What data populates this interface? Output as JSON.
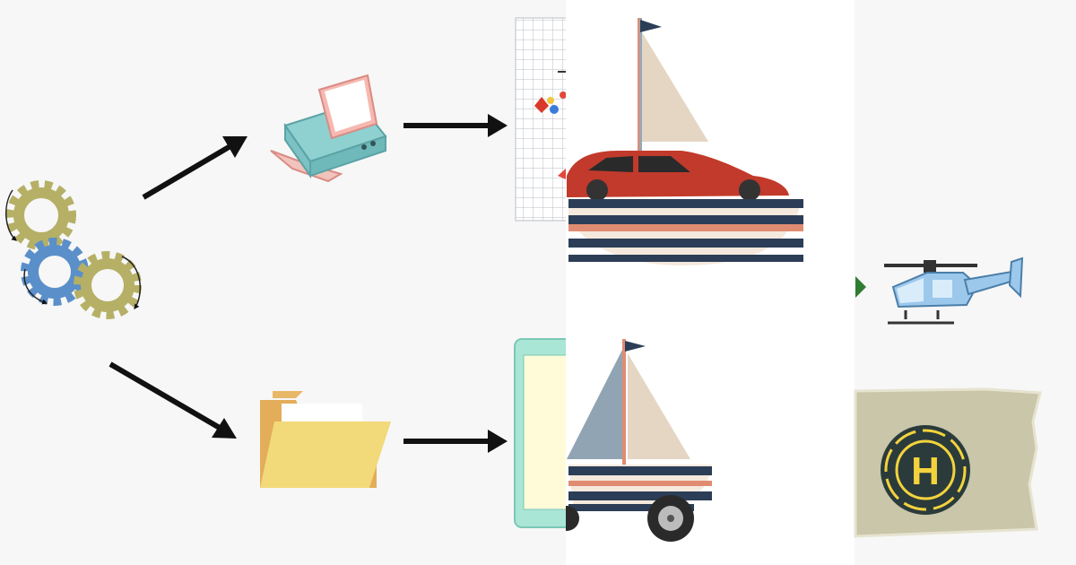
{
  "diagram": {
    "nodes": [
      {
        "id": "gears",
        "icon": "gears-icon"
      },
      {
        "id": "printer",
        "icon": "printer-icon"
      },
      {
        "id": "folder",
        "icon": "folder-icon"
      },
      {
        "id": "grid-paper",
        "icon": "grid-paper-icon"
      },
      {
        "id": "tablet",
        "icon": "tablet-icon"
      },
      {
        "id": "car-boat",
        "icon": "car-on-boat-icon"
      },
      {
        "id": "sailboat-wheels",
        "icon": "sailboat-with-wheels-icon"
      },
      {
        "id": "helicopter",
        "icon": "helicopter-icon"
      },
      {
        "id": "helipad",
        "icon": "helipad-icon"
      }
    ],
    "edges": [
      {
        "from": "gears",
        "to": "printer"
      },
      {
        "from": "gears",
        "to": "folder"
      },
      {
        "from": "printer",
        "to": "grid-paper"
      },
      {
        "from": "folder",
        "to": "tablet"
      }
    ],
    "helipad_letter": "H"
  },
  "colors": {
    "background": "#f7f7f7",
    "panel": "#ffffff",
    "arrow": "#111111",
    "gear_olive": "#b5b066",
    "gear_blue": "#5b8fc9",
    "printer_teal": "#8fd0d0",
    "folder_yellow": "#f2d97a",
    "folder_tab": "#e3ad5a",
    "navy_stripe": "#2c3e57",
    "salmon_stripe": "#e08c72",
    "sail_beige": "#e5d6c4",
    "sail_grey": "#91a4b3",
    "car_red": "#c23a2b",
    "heli_blue": "#9cc8ec",
    "helipad_yellow": "#f3d33d",
    "green_marker": "#2f7d32"
  }
}
